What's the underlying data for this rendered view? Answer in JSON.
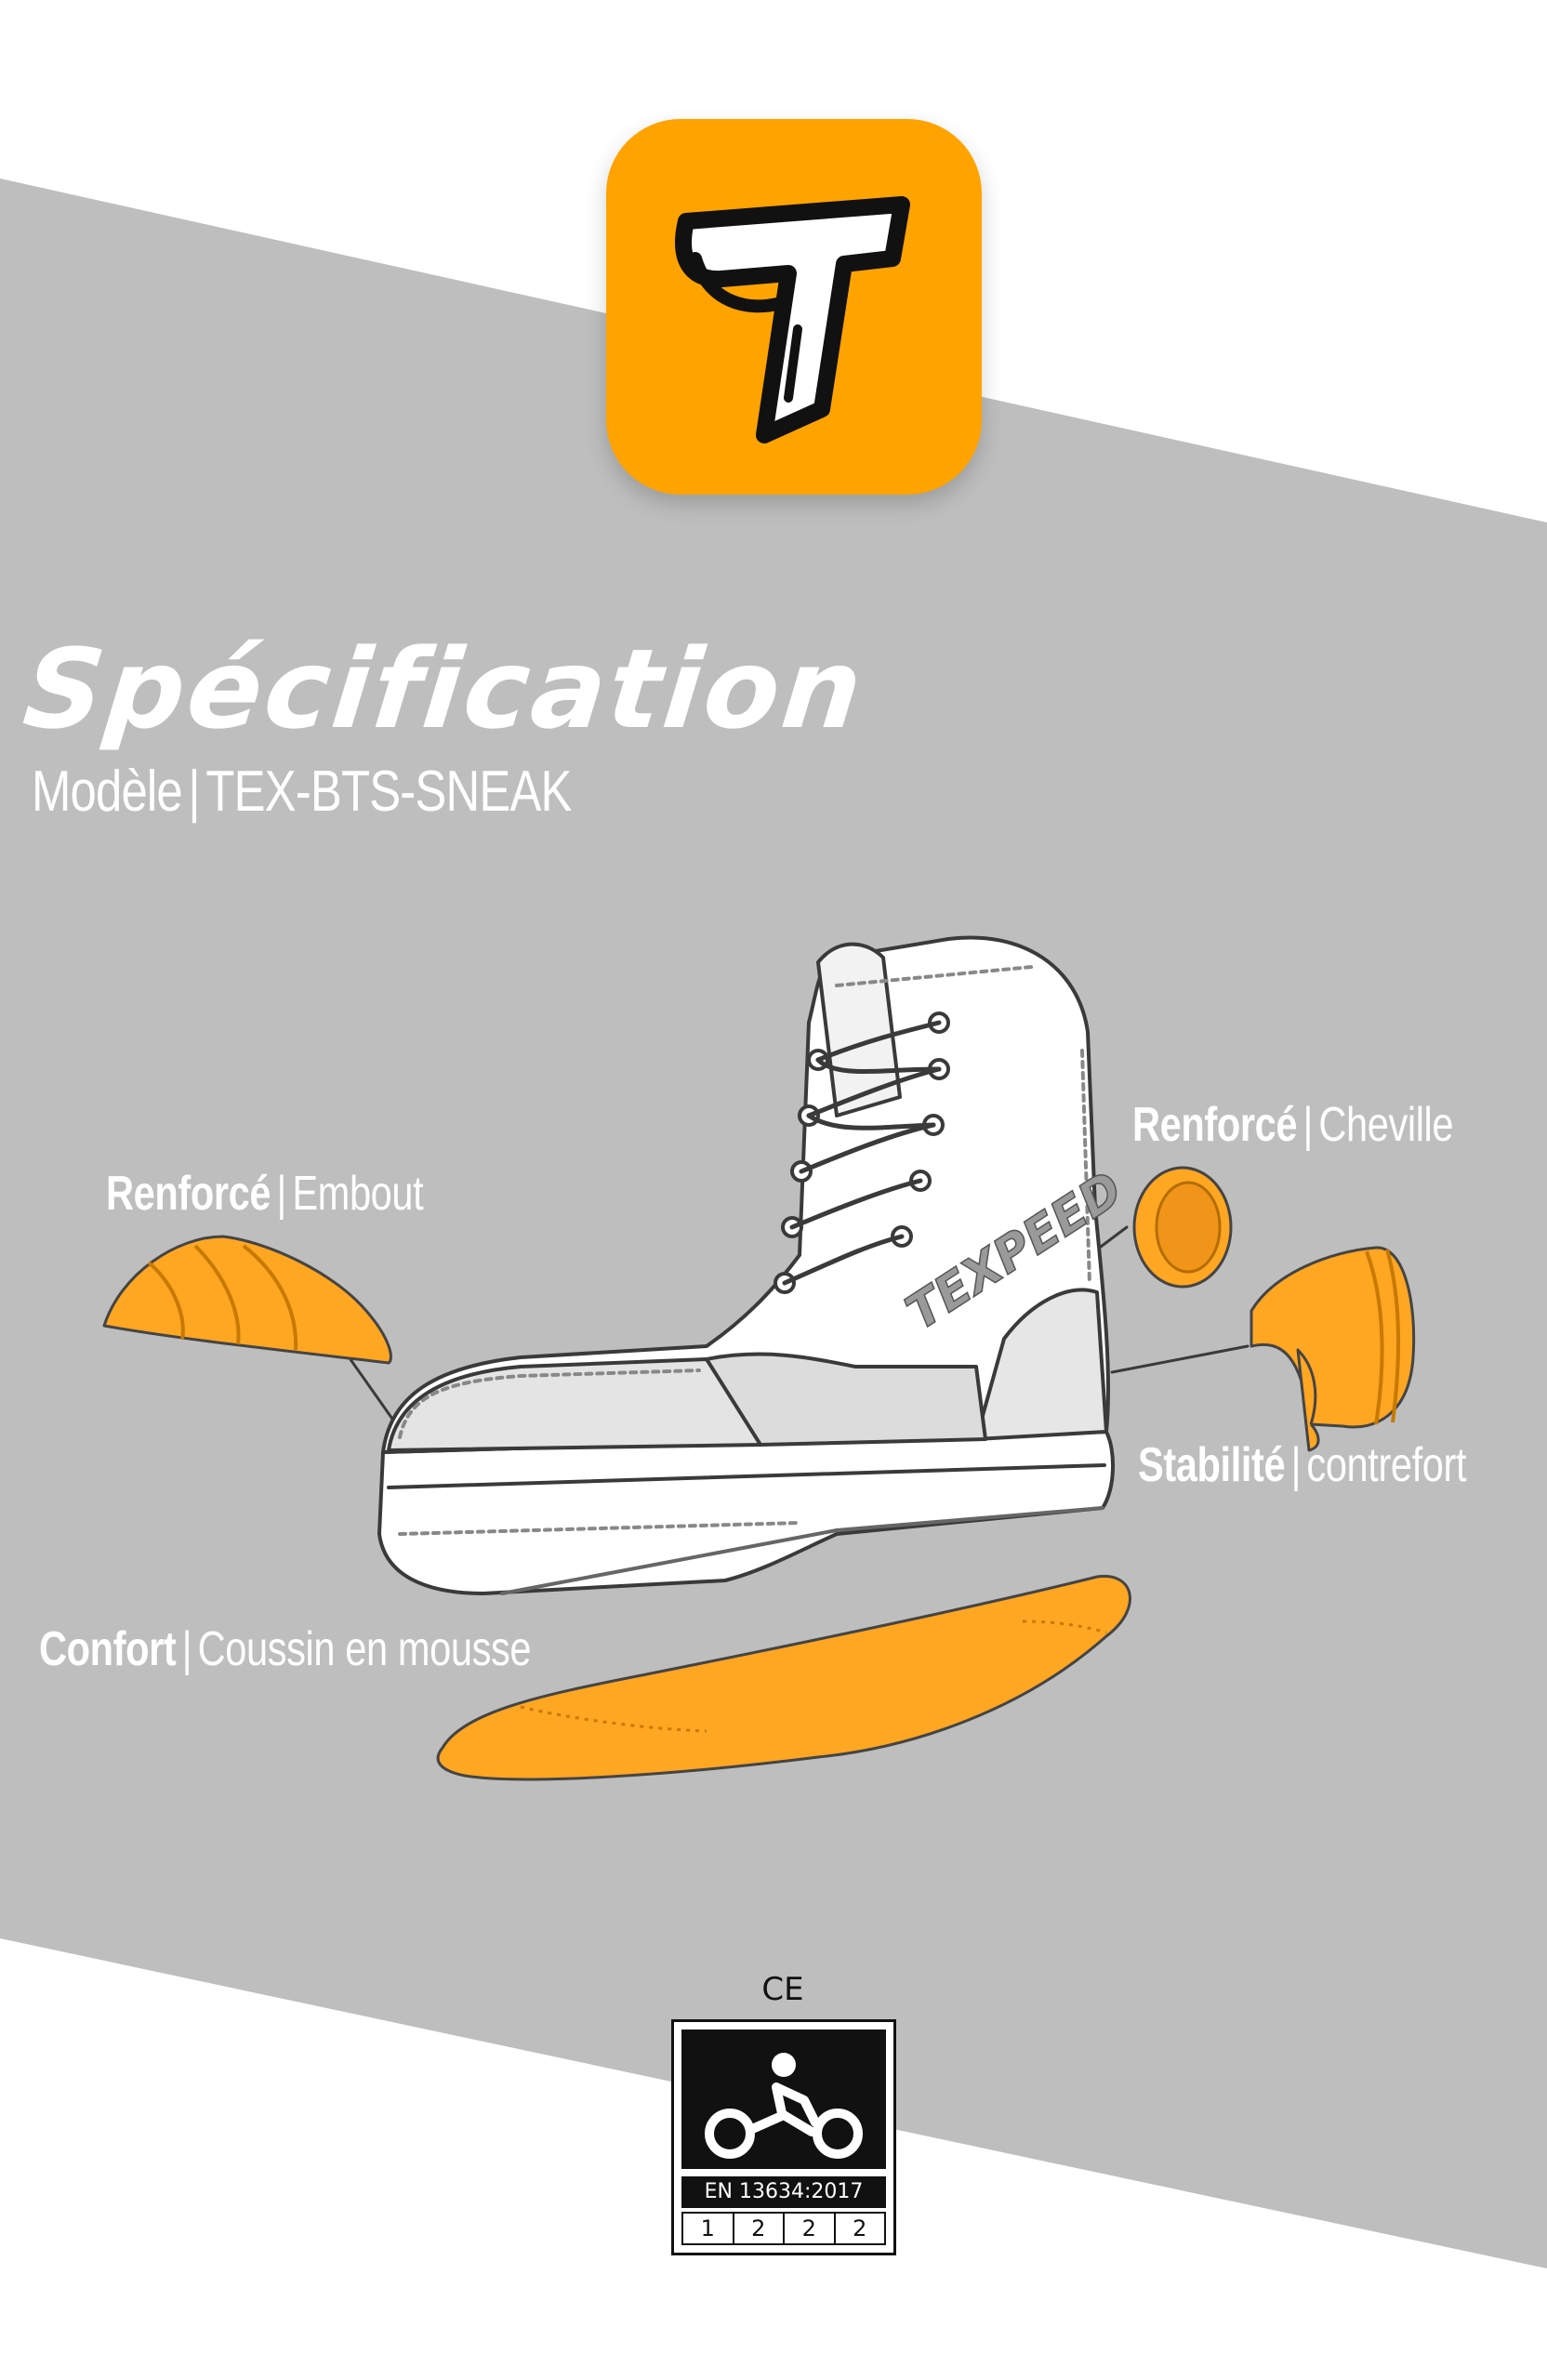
{
  "brand": {
    "accent": "#ffa300",
    "band_color": "#bebebe",
    "logo_icon": "texpeed-t-logo-icon"
  },
  "title": "Spécification",
  "model": {
    "label": "Modèle",
    "separator": "|",
    "value": "TEX-BTS-SNEAK"
  },
  "features": [
    {
      "strong": "Renforcé",
      "separator": "|",
      "text": "Embout"
    },
    {
      "strong": "Renforcé",
      "separator": "|",
      "text": "Cheville"
    },
    {
      "strong": "Stabilité",
      "separator": "|",
      "text": "contrefort"
    },
    {
      "strong": "Confort",
      "separator": "|",
      "text": "Coussin en mousse"
    }
  ],
  "shoe": {
    "brand_text": "TEXPEED"
  },
  "certification": {
    "mark": "CE",
    "standard": "EN 13634:2017",
    "ratings": [
      "1",
      "2",
      "2",
      "2"
    ],
    "pictogram": "motorcycle-rider-icon"
  }
}
